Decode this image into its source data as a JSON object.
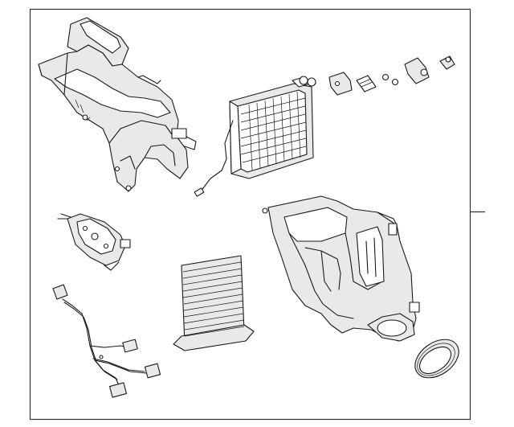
{
  "diagram": {
    "parts": [
      {
        "id": "upper-air-duct-case",
        "icon": "duct-housing-icon"
      },
      {
        "id": "evaporator-core",
        "icon": "evaporator-icon"
      },
      {
        "id": "expansion-valve-kit",
        "icon": "valve-kit-icon"
      },
      {
        "id": "actuator-motor",
        "icon": "actuator-icon"
      },
      {
        "id": "cabin-air-filter",
        "icon": "filter-icon"
      },
      {
        "id": "lower-heater-case",
        "icon": "case-housing-icon"
      },
      {
        "id": "wiring-harness",
        "icon": "harness-icon"
      },
      {
        "id": "seal-ring",
        "icon": "seal-icon"
      }
    ],
    "colors": {
      "line": "#1a1a1a",
      "shade": "#e9e9e9",
      "border": "#333333"
    }
  }
}
